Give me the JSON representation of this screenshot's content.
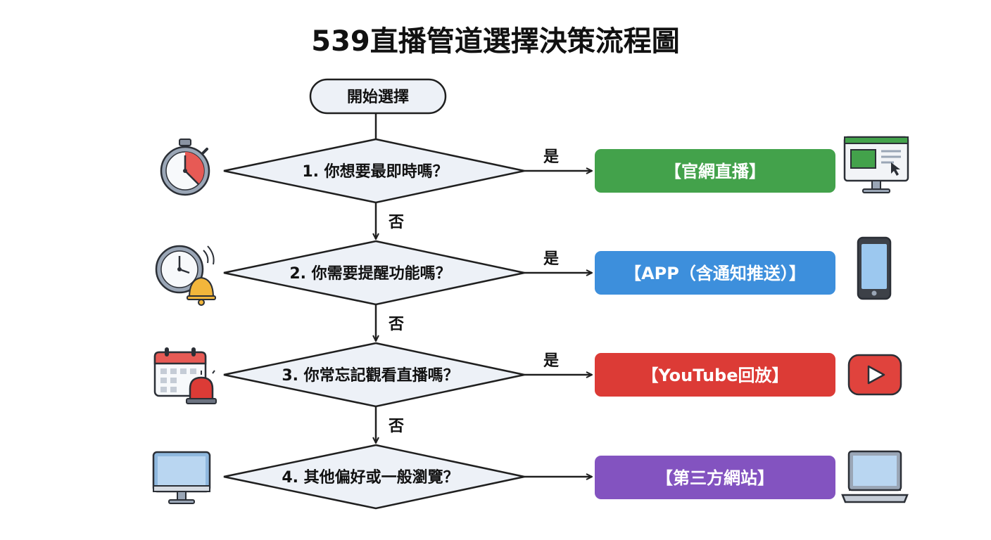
{
  "title": "539直播管道選擇決策流程圖",
  "start_label": "開始選擇",
  "yes_label": "是",
  "no_label": "否",
  "colors": {
    "outline": "#1f1f1f",
    "node_fill": "#edf1f7",
    "official": "#43a24b",
    "app": "#3d8fdc",
    "youtube": "#dc3b36",
    "third_party": "#8353c0"
  },
  "questions": [
    {
      "text": "1. 你想要最即時嗎？",
      "icon": "stopwatch-icon",
      "outcome": "【官網直播】",
      "outcome_icon": "desktop-browser-icon"
    },
    {
      "text": "2. 你需要提醒功能嗎？",
      "icon": "alarm-clock-bell-icon",
      "outcome": "【APP（含通知推送）】",
      "outcome_icon": "smartphone-icon"
    },
    {
      "text": "3. 你常忘記觀看直播嗎？",
      "icon": "calendar-alert-icon",
      "outcome": "【YouTube回放】",
      "outcome_icon": "youtube-play-icon"
    },
    {
      "text": "4. 其他偏好或一般瀏覽？",
      "icon": "monitor-icon",
      "outcome": "【第三方網站】",
      "outcome_icon": "laptop-icon"
    }
  ]
}
